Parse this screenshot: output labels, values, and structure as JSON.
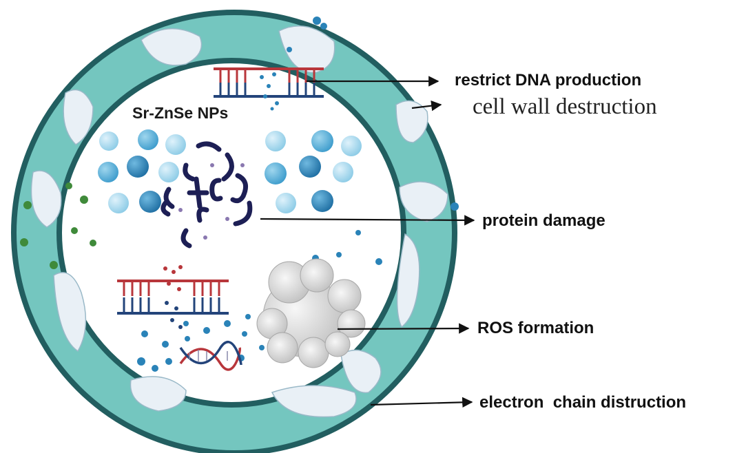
{
  "diagram": {
    "np_label": "Sr-ZnSe NPs",
    "labels": {
      "dna": "restrict DNA production",
      "wall": "cell wall destruction",
      "protein": "protein damage",
      "ros": "ROS formation",
      "electron": "electron  chain distruction"
    },
    "colors": {
      "wall_fill": "#74c6bf",
      "wall_stroke": "#225e60",
      "pore": "#e9f0f6",
      "np_light": "#a9d9ee",
      "np_mid": "#5fb3d9",
      "np_dark": "#2a83b8",
      "fragment": "#1d1f55",
      "dna_red": "#b8363b",
      "dna_blue": "#23447a",
      "green_particle": "#3f8a3a",
      "ros_cloud": "#d9d9d9",
      "arrow": "#111111"
    },
    "icons": [
      "dna-ladder-icon",
      "dna-helix-icon",
      "ros-cloud-icon",
      "arrow-icon"
    ]
  }
}
